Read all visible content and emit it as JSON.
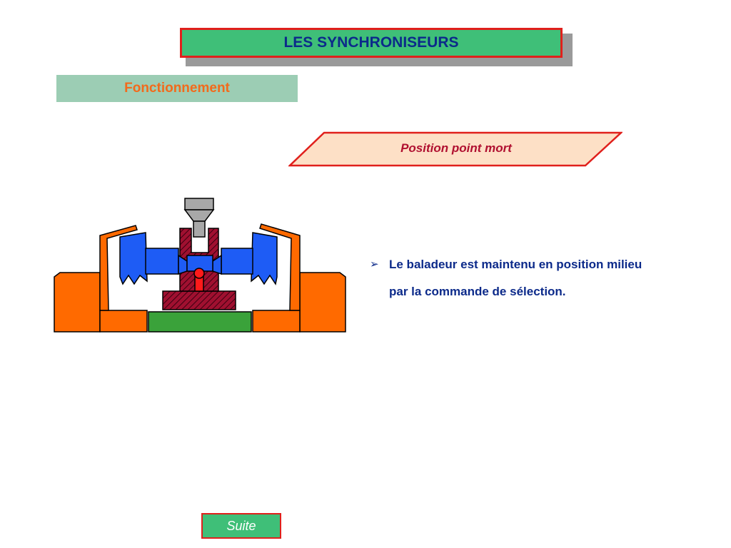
{
  "header": {
    "title": "LES SYNCHRONISEURS"
  },
  "section": {
    "label": "Fonctionnement"
  },
  "position": {
    "label": "Position point mort"
  },
  "bullet": {
    "arrow": "➢",
    "text": "Le baladeur est maintenu en position milieu par la commande de sélection."
  },
  "navigation": {
    "next_label": "Suite"
  },
  "colors": {
    "title_bg": "#3fbf78",
    "title_border": "#e0201c",
    "title_text": "#0c2a8a",
    "section_bg": "#9ccdb4",
    "section_text": "#f26a1b",
    "position_bg": "#fde0c6",
    "position_text": "#b01030",
    "gear": "#ff6a00",
    "sleeve": "#1e5cf5",
    "hub": "#a01030",
    "shaft": "#3aa23a",
    "fork": "#a8a8a8",
    "ball": "#ff1a1a"
  },
  "icons": {
    "bullet": "arrow-right-icon"
  }
}
